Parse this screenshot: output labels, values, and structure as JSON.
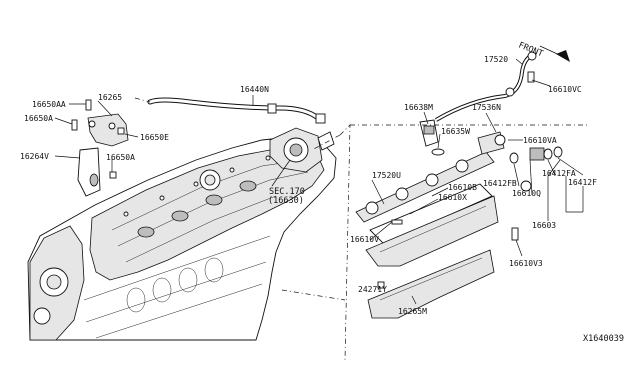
{
  "labels": {
    "p16650AA": "16650AA",
    "p16265": "16265",
    "p16650A_top": "16650A",
    "p16650E": "16650E",
    "p16264V": "16264V",
    "p16650A_bot": "16650A",
    "p16440N": "16440N",
    "sec170": "SEC.170",
    "sec170_ref": "(16630)",
    "front": "FRONT",
    "p17520": "17520",
    "p16610VC": "16610VC",
    "p16638M": "16638M",
    "p17536N": "17536N",
    "p16635W": "16635W",
    "p16610VA": "16610VA",
    "p17520U": "17520U",
    "p16610B": "16610B",
    "p16610X": "16610X",
    "p16412FB": "16412FB",
    "p16610Q": "16610Q",
    "p16412FA": "16412FA",
    "p16412F": "16412F",
    "p16610V": "16610V",
    "p16603": "16603",
    "p16610V3": "16610V3",
    "p24271Y": "24271Y",
    "p16265M": "16265M",
    "diagram_id": "X1640039"
  }
}
